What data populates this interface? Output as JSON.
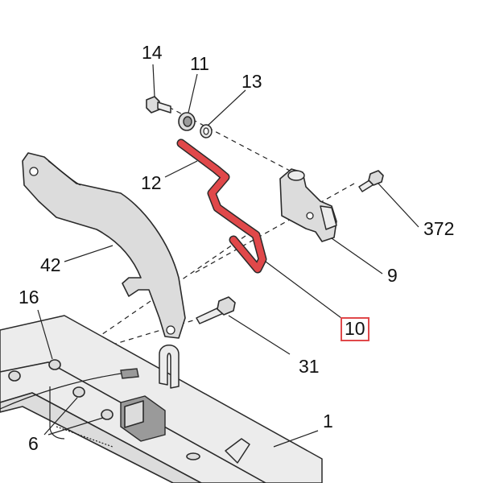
{
  "diagram": {
    "highlight_color": "#e0484a",
    "highlighted_part": "10",
    "callouts": {
      "c14": "14",
      "c11": "11",
      "c13": "13",
      "c12": "12",
      "c372": "372",
      "c42": "42",
      "c9": "9",
      "c16": "16",
      "c10": "10",
      "c31": "31",
      "c6": "6",
      "c1": "1"
    }
  }
}
